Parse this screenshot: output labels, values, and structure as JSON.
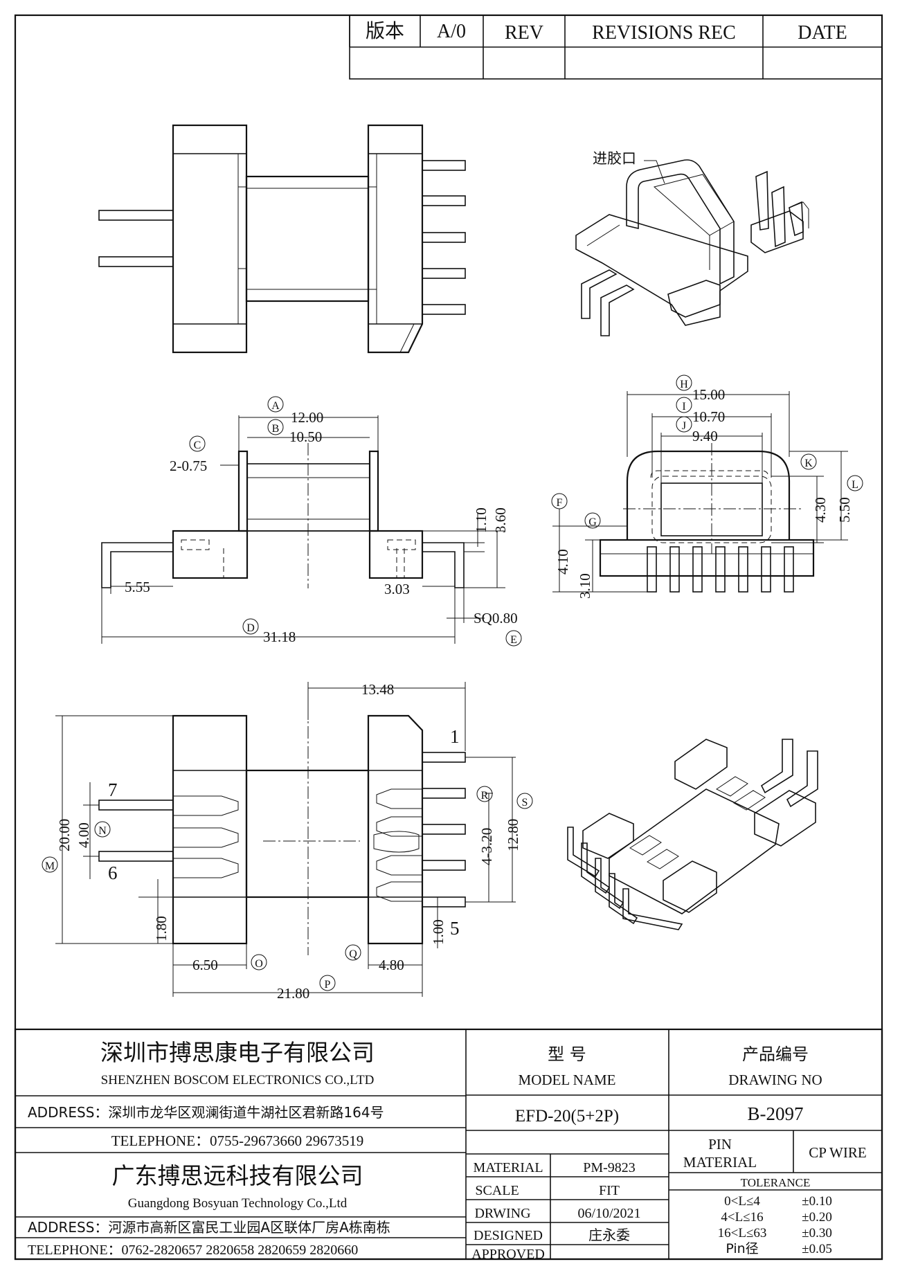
{
  "revision_block": {
    "version_label": "版本",
    "version_value": "A/0",
    "rev_label": "REV",
    "revisions_label": "REVISIONS REC",
    "date_label": "DATE"
  },
  "callouts": {
    "gate": "进胶口",
    "A": "A",
    "B": "B",
    "C": "C",
    "D": "D",
    "E": "E",
    "F": "F",
    "G": "G",
    "H": "H",
    "I": "I",
    "J": "J",
    "K": "K",
    "L": "L",
    "M": "M",
    "N": "N",
    "O": "O",
    "P": "P",
    "Q": "Q",
    "R": "R",
    "S": "S"
  },
  "dimensions": {
    "A": "12.00",
    "B": "10.50",
    "C": "2-0.75",
    "D": "31.18",
    "E": "SQ0.80",
    "side_5_55": "5.55",
    "side_3_03": "3.03",
    "side_1_10": "1.10",
    "side_3_60": "3.60",
    "H": "15.00",
    "I": "10.70",
    "J": "9.40",
    "K": "4.30",
    "L": "5.50",
    "F": "4.10",
    "G": "3.10",
    "top_13_48": "13.48",
    "M": "20.00",
    "N": "4.00",
    "R": "4-3.20",
    "S": "12.80",
    "bottom_1_80": "1.80",
    "bottom_1_00": "1.00",
    "O": "6.50",
    "Q": "4.80",
    "P": "21.80"
  },
  "pin_numbers": {
    "p1": "1",
    "p5": "5",
    "p6": "6",
    "p7": "7"
  },
  "title_block": {
    "company_cn": "深圳市搏思康电子有限公司",
    "company_en": "SHENZHEN BOSCOM ELECTRONICS CO.,LTD",
    "address1": "ADDRESS：深圳市龙华区观澜街道牛湖社区君新路164号",
    "telephone1": "TELEPHONE：0755-29673660 29673519",
    "company2_cn": "广东搏思远科技有限公司",
    "company2_en": "Guangdong Bosyuan Technology Co.,Ltd",
    "address2": "ADDRESS：河源市高新区富民工业园A区联体厂房A栋南栋",
    "telephone2": "TELEPHONE：0762-2820657 2820658 2820659 2820660",
    "model_cn": "型    号",
    "model_en": "MODEL NAME",
    "model_value": "EFD-20(5+2P)",
    "drawing_cn": "产品编号",
    "drawing_en": "DRAWING NO",
    "drawing_value": "B-2097",
    "material_label": "MATERIAL",
    "material_value": "PM-9823",
    "scale_label": "SCALE",
    "scale_value": "FIT",
    "drawing_label": "DRWING",
    "drawing_date": "06/10/2021",
    "designed_label": "DESIGNED",
    "designed_value": "庄永委",
    "approved_label": "APPROVED",
    "approved_value": "",
    "pin_material_label1": "PIN",
    "pin_material_label2": "MATERIAL",
    "pin_material_value": "CP WIRE",
    "tolerance_label": "TOLERANCE",
    "tolerances": [
      {
        "range": "0<L≤4",
        "value": "±0.10"
      },
      {
        "range": "4<L≤16",
        "value": "±0.20"
      },
      {
        "range": "16<L≤63",
        "value": "±0.30"
      },
      {
        "range": "Pin径",
        "value": "±0.05"
      }
    ]
  }
}
